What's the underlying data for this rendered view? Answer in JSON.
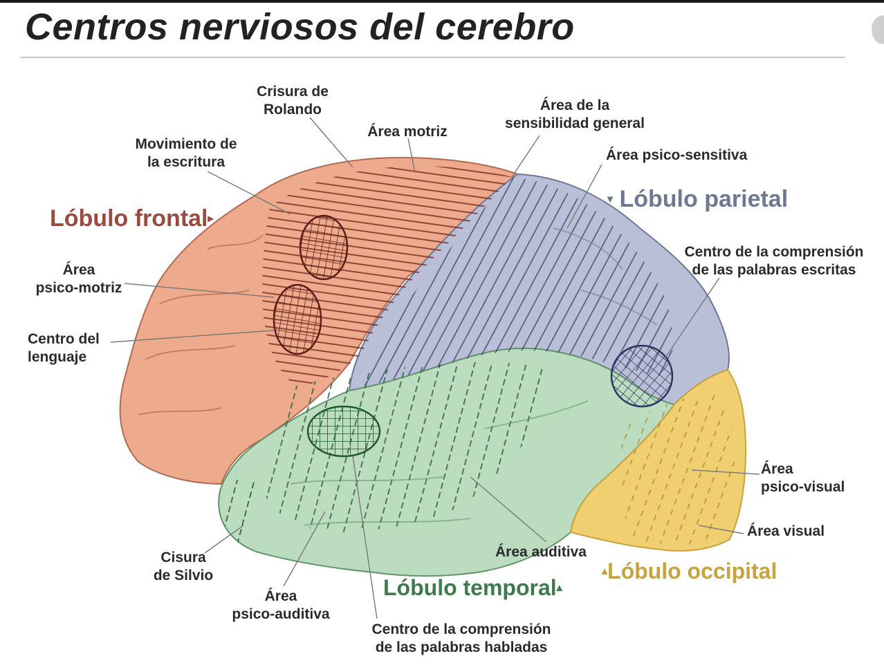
{
  "title": "Centros nerviosos del cerebro",
  "lobes": {
    "frontal": {
      "label": "Lóbulo frontal",
      "marker": "▸",
      "color": "#9a4a3e"
    },
    "parietal": {
      "label": "Lóbulo parietal",
      "marker": "▾",
      "color": "#6f7893"
    },
    "temporal": {
      "label": "Lóbulo temporal",
      "marker": "▴",
      "color": "#3f7a4f"
    },
    "occipital": {
      "label": "Lóbulo occipital",
      "marker": "▴",
      "color": "#c8a23f"
    }
  },
  "labels": {
    "cisura_rolando": "Crisura de\nRolando",
    "area_motriz": "Área motriz",
    "sensibilidad_general": "Área de la\nsensibilidad general",
    "movimiento_escritura": "Movimiento de\nla escritura",
    "psico_sensitiva": "Área psico-sensitiva",
    "comprension_escritas": "Centro de la comprensión\nde las palabras escritas",
    "psico_motriz": "Área\npsico-motriz",
    "centro_lenguaje": "Centro del\nlenguaje",
    "psico_visual": "Área\npsico-visual",
    "area_visual": "Área visual",
    "area_auditiva": "Área auditiva",
    "cisura_silvio": "Cisura\nde Silvio",
    "psico_auditiva": "Área\npsico-auditiva",
    "comprension_habladas": "Centro de la comprensión\nde las palabras habladas"
  },
  "colors": {
    "frontal_fill": "#eeaa8c",
    "parietal_fill": "#b9bfd6",
    "temporal_fill": "#bcdcc0",
    "occipital_fill": "#f0cf70",
    "hatch_frontal": "#7a2a22",
    "hatch_parietal": "#3b4466",
    "hatch_temporal": "#2c6a3a",
    "hatch_occipital": "#b08a28"
  }
}
